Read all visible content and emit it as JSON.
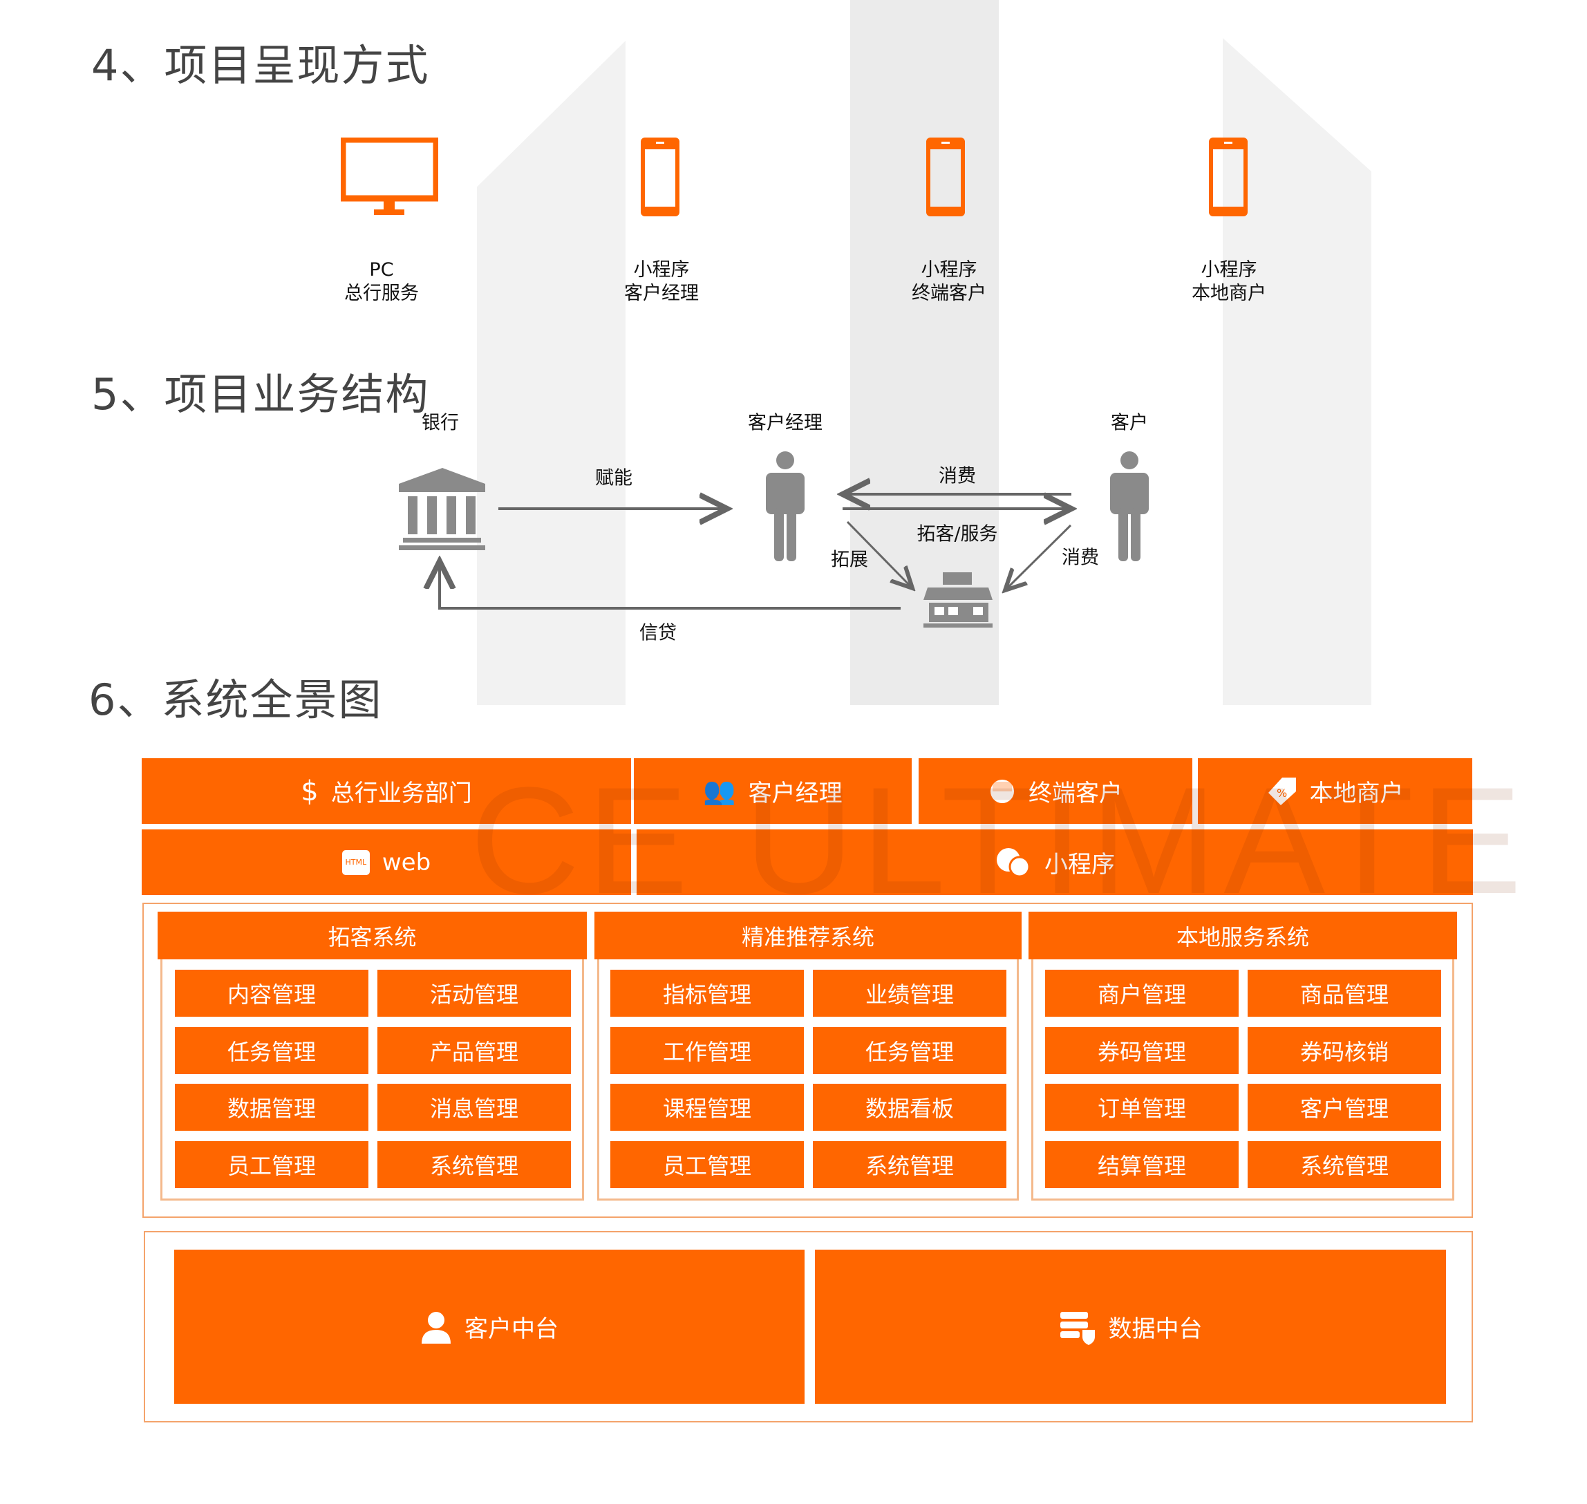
{
  "sections": {
    "presentation": {
      "title": "4、项目呈现方式",
      "items": [
        {
          "icon": "monitor-icon",
          "line1": "PC",
          "line2": "总行服务"
        },
        {
          "icon": "phone-icon",
          "line1": "小程序",
          "line2": "客户经理"
        },
        {
          "icon": "phone-icon",
          "line1": "小程序",
          "line2": "终端客户"
        },
        {
          "icon": "phone-icon",
          "line1": "小程序",
          "line2": "本地商户"
        }
      ]
    },
    "structure": {
      "title": "5、项目业务结构",
      "nodes": {
        "bank": "银行",
        "manager": "客户经理",
        "customer": "客户"
      },
      "edges": {
        "empower": "赋能",
        "consume_top": "消费",
        "acquire_service": "拓客/服务",
        "expand": "拓展",
        "consume_diag": "消费",
        "credit": "信贷"
      }
    },
    "overview": {
      "title": "6、系统全景图",
      "watermark": "CE ULTIMATE",
      "users": [
        "总行业务部门",
        "客户经理",
        "终端客户",
        "本地商户"
      ],
      "channels": [
        "web",
        "小程序"
      ],
      "html_badge": "HTML",
      "systems": [
        {
          "name": "拓客系统",
          "modules": [
            "内容管理",
            "活动管理",
            "任务管理",
            "产品管理",
            "数据管理",
            "消息管理",
            "员工管理",
            "系统管理"
          ]
        },
        {
          "name": "精准推荐系统",
          "modules": [
            "指标管理",
            "业绩管理",
            "工作管理",
            "任务管理",
            "课程管理",
            "数据看板",
            "员工管理",
            "系统管理"
          ]
        },
        {
          "name": "本地服务系统",
          "modules": [
            "商户管理",
            "商品管理",
            "券码管理",
            "券码核销",
            "订单管理",
            "客户管理",
            "结算管理",
            "系统管理"
          ]
        }
      ],
      "platforms": [
        "客户中台",
        "数据中台"
      ]
    }
  },
  "colors": {
    "accent": "#ff6600",
    "gray": "#777777"
  }
}
